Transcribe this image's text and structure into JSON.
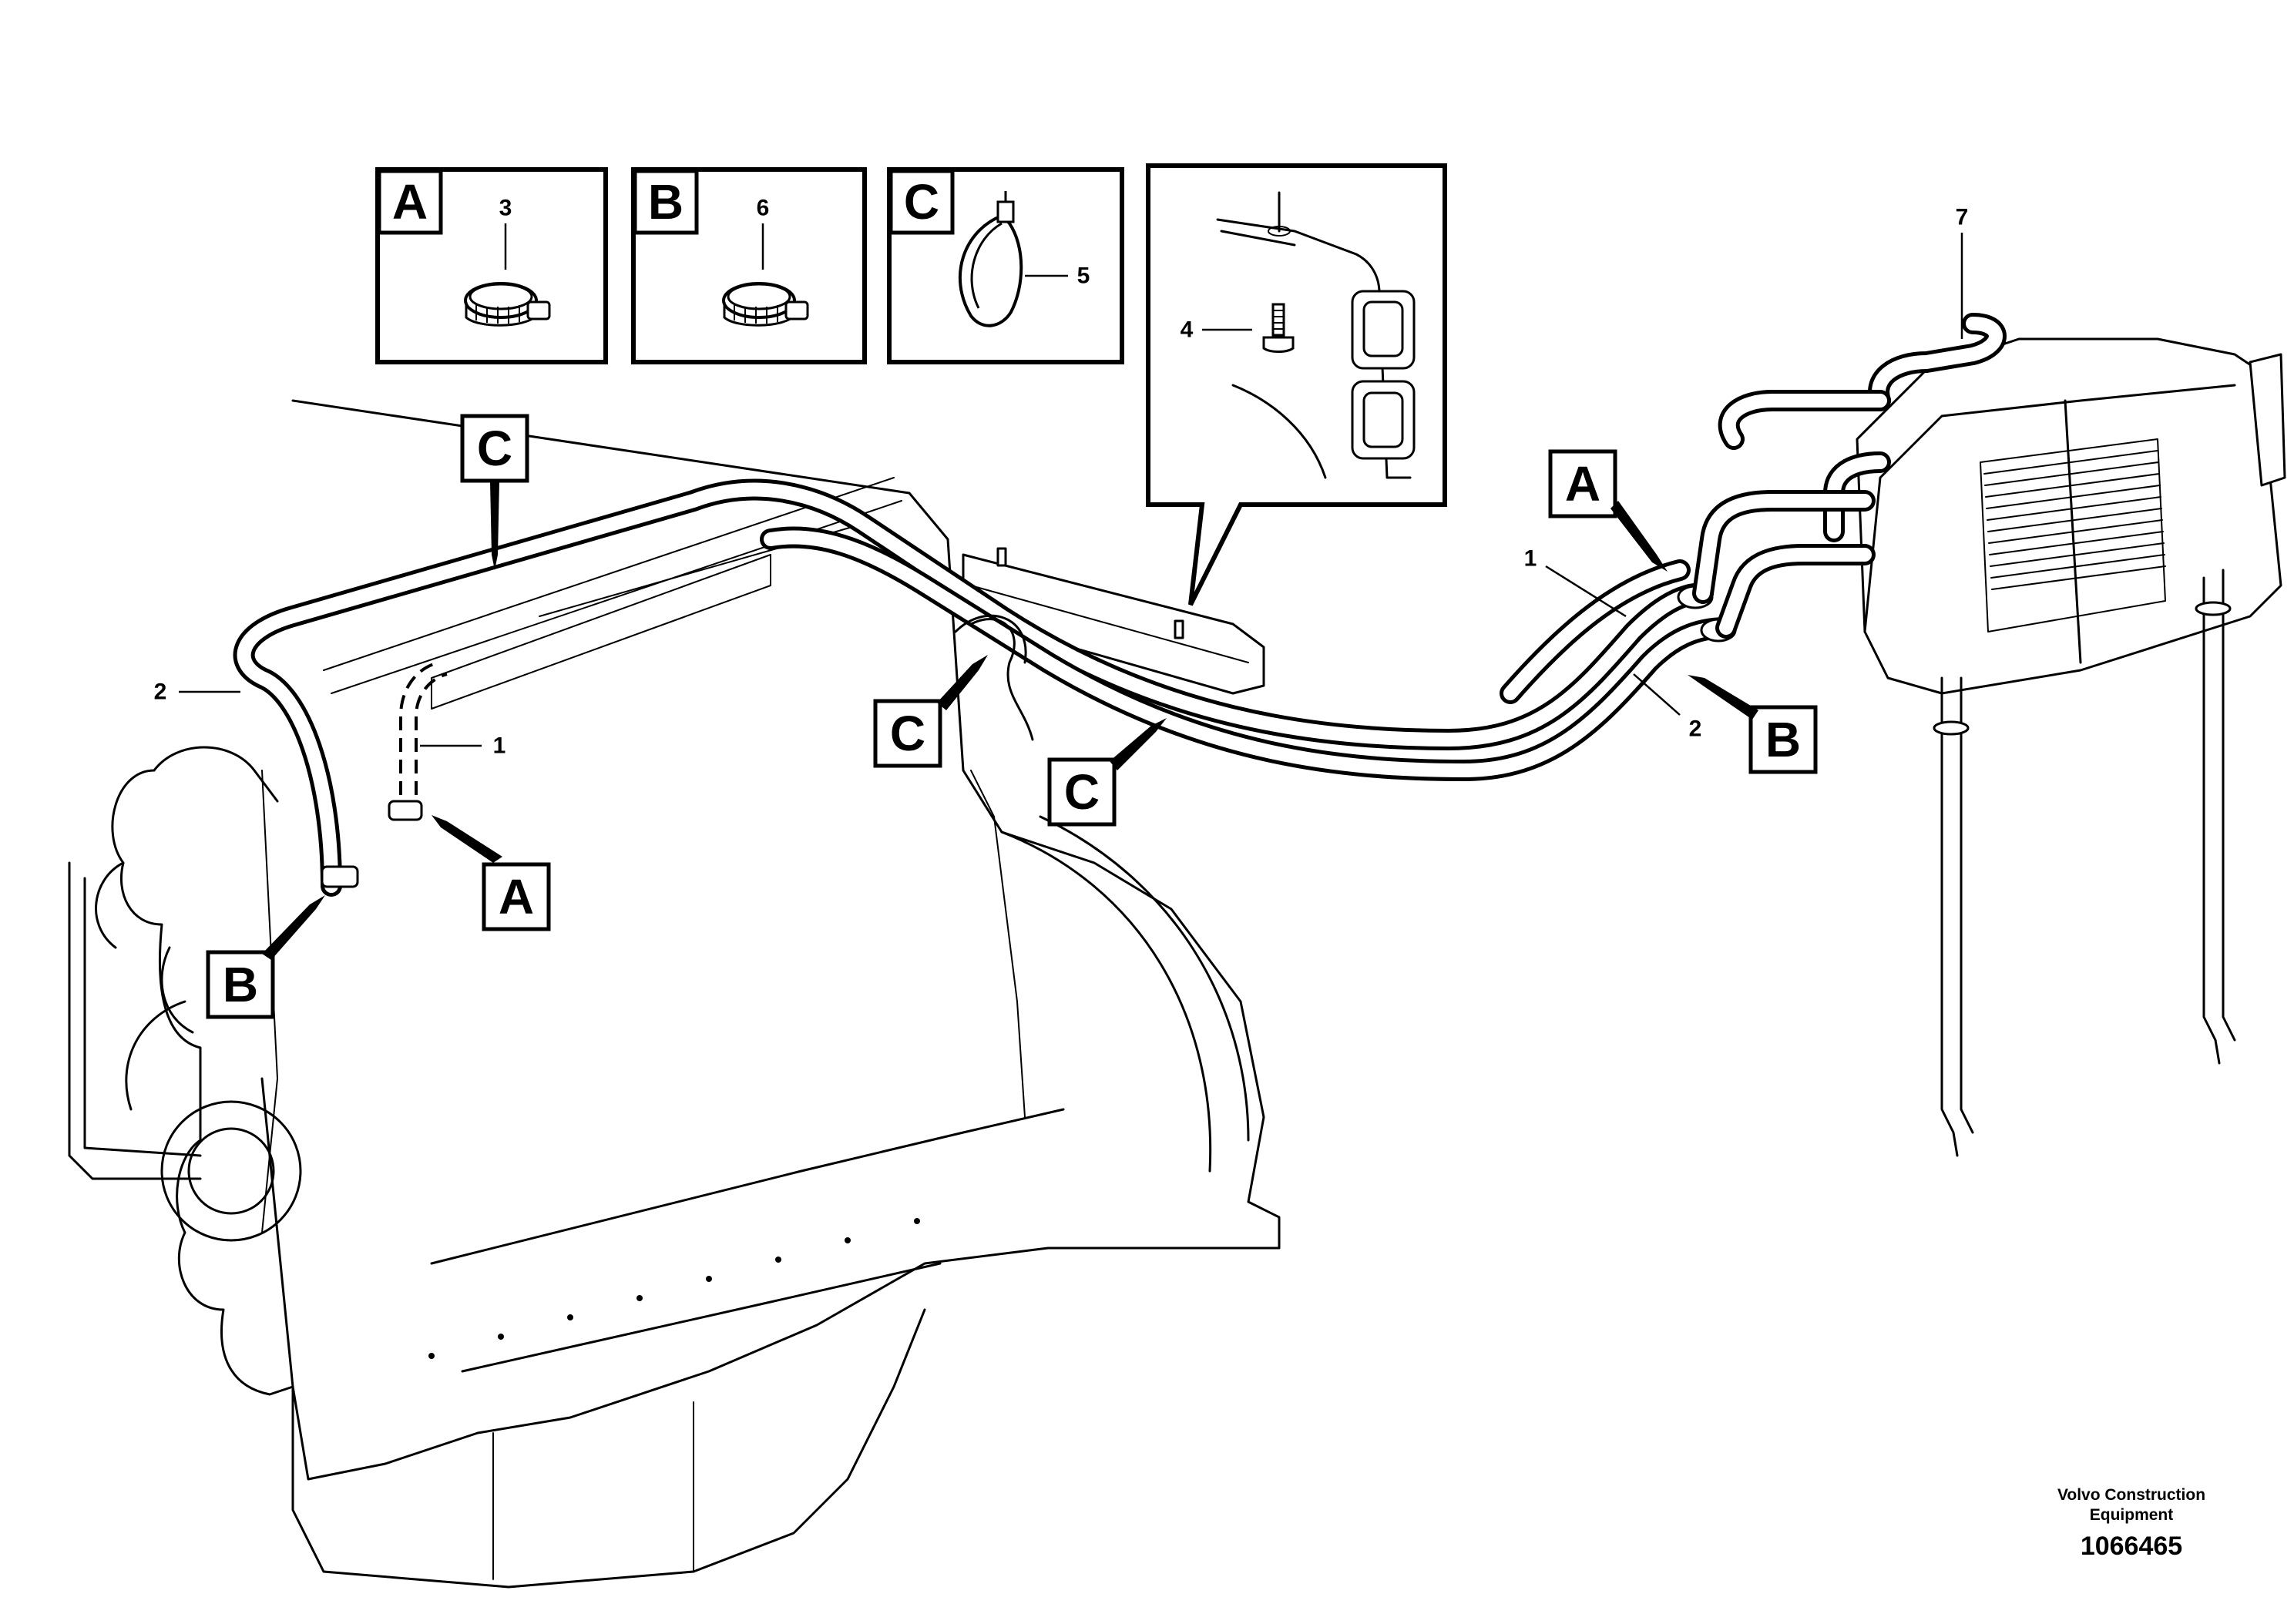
{
  "insets": [
    {
      "letter": "A",
      "item": "3"
    },
    {
      "letter": "B",
      "item": "6"
    },
    {
      "letter": "C",
      "item": "5"
    },
    {
      "letter": "",
      "item": "4"
    }
  ],
  "callouts": {
    "c_top_left": "C",
    "c_middle": "C",
    "c_lower": "C",
    "a_left": "A",
    "a_right": "A",
    "b_left": "B",
    "b_right": "B"
  },
  "items": {
    "hose_1_left": "1",
    "hose_1_right": "1",
    "hose_2_left": "2",
    "hose_2_right": "2",
    "heater_7": "7"
  },
  "footer": {
    "company_line1": "Volvo Construction",
    "company_line2": "Equipment",
    "figure_number": "1066465"
  }
}
